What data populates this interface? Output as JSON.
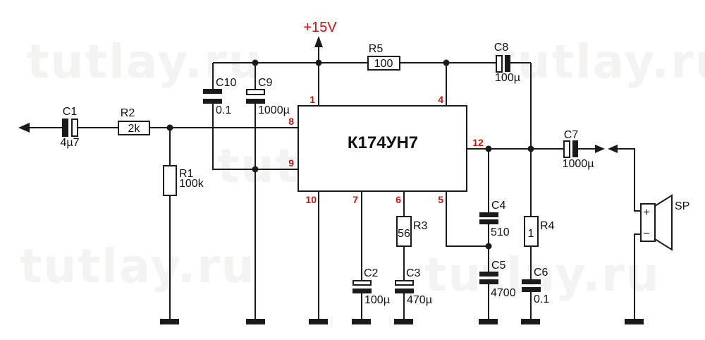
{
  "watermark": {
    "text": "tutlay.ru",
    "color": "#f4f3f1"
  },
  "power": {
    "label": "+15V",
    "color": "#cc1111"
  },
  "ic": {
    "name": "К174УН7",
    "pins": {
      "p1": "1",
      "p4": "4",
      "p5": "5",
      "p6": "6",
      "p7": "7",
      "p8": "8",
      "p9": "9",
      "p10": "10",
      "p12": "12"
    }
  },
  "components": {
    "c1": {
      "ref": "C1",
      "value": "4µ7"
    },
    "r2": {
      "ref": "R2",
      "value": "2k"
    },
    "r1": {
      "ref": "R1",
      "value": "100k"
    },
    "c10": {
      "ref": "C10",
      "value": "0.1"
    },
    "c9": {
      "ref": "C9",
      "value": "1000µ"
    },
    "r5": {
      "ref": "R5",
      "value": "100"
    },
    "c8": {
      "ref": "C8",
      "value": "100µ"
    },
    "c7": {
      "ref": "C7",
      "value": "1000µ"
    },
    "c2": {
      "ref": "C2",
      "value": "100µ"
    },
    "c3": {
      "ref": "C3",
      "value": "470µ"
    },
    "r3": {
      "ref": "R3",
      "value": "56"
    },
    "c4": {
      "ref": "C4",
      "value": "510"
    },
    "c5": {
      "ref": "C5",
      "value": "4700"
    },
    "r4": {
      "ref": "R4",
      "value": "1"
    },
    "c6": {
      "ref": "C6",
      "value": "0.1"
    }
  },
  "speaker": {
    "name": "SP",
    "plus": "+",
    "minus": "−"
  },
  "colors": {
    "wire": "#1a1a1a",
    "pin_label": "#cc1111",
    "text": "#111111"
  }
}
